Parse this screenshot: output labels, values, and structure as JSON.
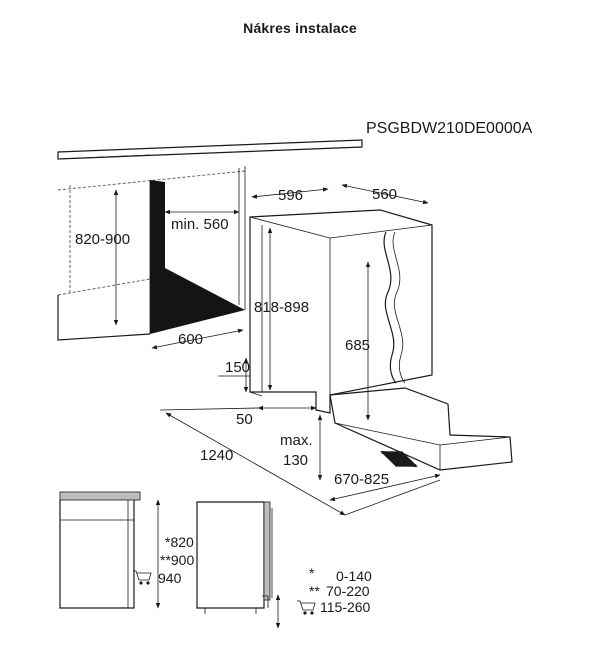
{
  "title": "Nákres instalace",
  "model_code": "PSGBDW210DE0000A",
  "top_diagram": {
    "niche_height": "820-900",
    "niche_min_width": "min. 560",
    "niche_depth": "600",
    "appliance_width": "596",
    "appliance_depth": "560",
    "appliance_height": "818-898",
    "door_height": "685",
    "plinth_height": "150",
    "plinth_offset": "50",
    "door_swing": "1240",
    "max_label": "max.",
    "max_value": "130",
    "door_range": "670-825"
  },
  "bottom_diagram": {
    "height_1": "*820",
    "height_2": "**900",
    "height_3": "940",
    "legend": [
      {
        "mark": "*",
        "value": "0-140"
      },
      {
        "mark": "**",
        "value": "70-220"
      },
      {
        "mark": "cart",
        "value": "115-260"
      }
    ]
  }
}
